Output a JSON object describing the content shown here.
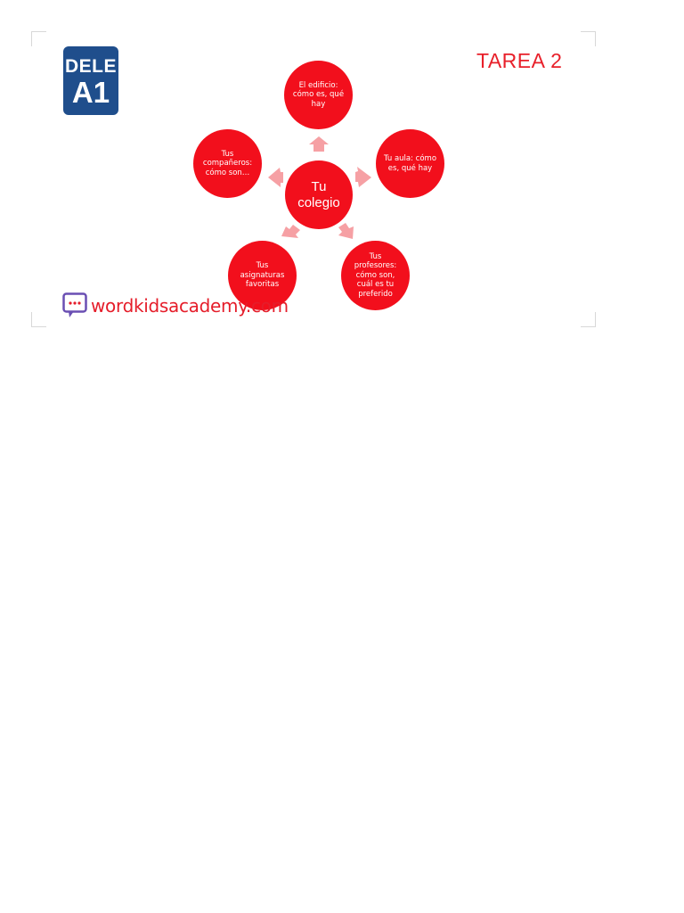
{
  "badge": {
    "line1": "DELE",
    "line2": "A1"
  },
  "task_title": "TAREA 2",
  "diagram": {
    "center": "Tu colegio",
    "nodes": [
      {
        "id": "edificio",
        "text": "El edificio: cómo es, qué hay"
      },
      {
        "id": "aula",
        "text": "Tu aula: cómo es, qué hay"
      },
      {
        "id": "profesores",
        "text": "Tus profesores: cómo son, cuál es tu preferido"
      },
      {
        "id": "asignaturas",
        "text": "Tus asignaturas favoritas"
      },
      {
        "id": "companeros",
        "text": "Tus compañeros: cómo son…"
      }
    ]
  },
  "brand": {
    "text": "wordkidsacademy.com",
    "icon": "speech-bubble-icon"
  },
  "colors": {
    "node": "#f20f1c",
    "arrow": "#f6a0a4",
    "badge": "#1f4e8c",
    "title": "#e8202a"
  }
}
